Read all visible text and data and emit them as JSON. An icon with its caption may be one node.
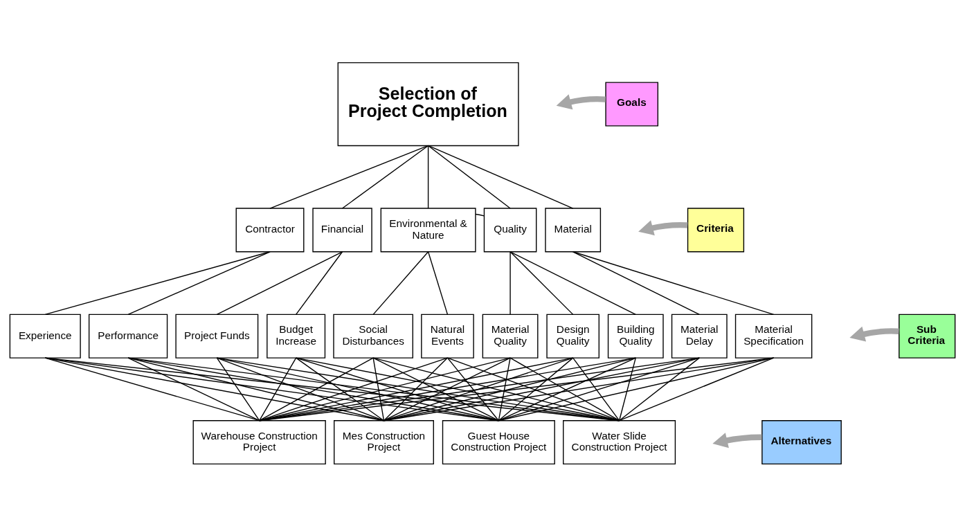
{
  "diagram": {
    "nodes": [
      {
        "text": [
          "Selection of Project Completion"
        ]
      },
      {
        "text": [
          "Contractor"
        ]
      },
      {
        "text": [
          "Financial"
        ]
      },
      {
        "text": [
          "Environmental & Nature"
        ]
      },
      {
        "text": [
          "Quality"
        ]
      },
      {
        "text": [
          "Material"
        ]
      },
      {
        "text": [
          "Experience"
        ]
      },
      {
        "text": [
          "Performance"
        ]
      },
      {
        "text": [
          "Project Funds"
        ]
      },
      {
        "text": [
          "Budget Increase"
        ]
      },
      {
        "text": [
          "Social Disturbances"
        ]
      },
      {
        "text": [
          "Natural Events"
        ]
      },
      {
        "text": [
          "Material Quality"
        ]
      },
      {
        "text": [
          "Design Quality"
        ]
      },
      {
        "text": [
          "Building Quality"
        ]
      },
      {
        "text": [
          "Material Delay"
        ]
      },
      {
        "text": [
          "Material Specification"
        ]
      },
      {
        "text": [
          "Warehouse Construction Project"
        ]
      },
      {
        "text": [
          "Mes Construction Project"
        ]
      },
      {
        "text": [
          "Guest House Construction Project"
        ]
      },
      {
        "text": [
          "Water Slide Construction Project"
        ]
      },
      {
        "text": [
          "Goals"
        ]
      },
      {
        "text": [
          "Criteria"
        ]
      },
      {
        "text": [
          "Sub Criteria"
        ]
      },
      {
        "text": [
          "Alternatives"
        ]
      }
    ],
    "edges": [
      {
        "from": 0,
        "to": 1,
        "arrow": "none"
      },
      {
        "from": 0,
        "to": 2,
        "arrow": "none"
      },
      {
        "from": 0,
        "to": 3,
        "arrow": "none"
      },
      {
        "from": 0,
        "to": 4,
        "arrow": "none"
      },
      {
        "from": 0,
        "to": 5,
        "arrow": "none"
      },
      {
        "from": 3,
        "to": 4,
        "arrow": "none"
      },
      {
        "from": 1,
        "to": 6,
        "arrow": "none"
      },
      {
        "from": 1,
        "to": 7,
        "arrow": "none"
      },
      {
        "from": 2,
        "to": 8,
        "arrow": "none"
      },
      {
        "from": 2,
        "to": 9,
        "arrow": "none"
      },
      {
        "from": 3,
        "to": 10,
        "arrow": "none"
      },
      {
        "from": 3,
        "to": 11,
        "arrow": "none"
      },
      {
        "from": 4,
        "to": 12,
        "arrow": "none"
      },
      {
        "from": 4,
        "to": 13,
        "arrow": "none"
      },
      {
        "from": 4,
        "to": 14,
        "arrow": "none"
      },
      {
        "from": 5,
        "to": 15,
        "arrow": "none"
      },
      {
        "from": 5,
        "to": 16,
        "arrow": "none"
      },
      {
        "from": 6,
        "to": 17,
        "arrow": "none"
      },
      {
        "from": 6,
        "to": 18,
        "arrow": "none"
      },
      {
        "from": 6,
        "to": 19,
        "arrow": "none"
      },
      {
        "from": 6,
        "to": 20,
        "arrow": "none"
      },
      {
        "from": 7,
        "to": 17,
        "arrow": "none"
      },
      {
        "from": 7,
        "to": 18,
        "arrow": "none"
      },
      {
        "from": 7,
        "to": 19,
        "arrow": "none"
      },
      {
        "from": 7,
        "to": 20,
        "arrow": "none"
      },
      {
        "from": 8,
        "to": 17,
        "arrow": "none"
      },
      {
        "from": 8,
        "to": 18,
        "arrow": "none"
      },
      {
        "from": 8,
        "to": 19,
        "arrow": "none"
      },
      {
        "from": 8,
        "to": 20,
        "arrow": "none"
      },
      {
        "from": 9,
        "to": 17,
        "arrow": "none"
      },
      {
        "from": 9,
        "to": 18,
        "arrow": "none"
      },
      {
        "from": 9,
        "to": 19,
        "arrow": "none"
      },
      {
        "from": 9,
        "to": 20,
        "arrow": "none"
      },
      {
        "from": 10,
        "to": 17,
        "arrow": "none"
      },
      {
        "from": 10,
        "to": 18,
        "arrow": "none"
      },
      {
        "from": 10,
        "to": 19,
        "arrow": "none"
      },
      {
        "from": 10,
        "to": 20,
        "arrow": "none"
      },
      {
        "from": 11,
        "to": 17,
        "arrow": "none"
      },
      {
        "from": 11,
        "to": 18,
        "arrow": "none"
      },
      {
        "from": 11,
        "to": 19,
        "arrow": "none"
      },
      {
        "from": 11,
        "to": 20,
        "arrow": "none"
      },
      {
        "from": 12,
        "to": 17,
        "arrow": "none"
      },
      {
        "from": 12,
        "to": 18,
        "arrow": "none"
      },
      {
        "from": 12,
        "to": 19,
        "arrow": "none"
      },
      {
        "from": 12,
        "to": 20,
        "arrow": "none"
      },
      {
        "from": 13,
        "to": 17,
        "arrow": "none"
      },
      {
        "from": 13,
        "to": 18,
        "arrow": "none"
      },
      {
        "from": 13,
        "to": 19,
        "arrow": "none"
      },
      {
        "from": 13,
        "to": 20,
        "arrow": "none"
      },
      {
        "from": 14,
        "to": 17,
        "arrow": "none"
      },
      {
        "from": 14,
        "to": 18,
        "arrow": "none"
      },
      {
        "from": 14,
        "to": 19,
        "arrow": "none"
      },
      {
        "from": 14,
        "to": 20,
        "arrow": "none"
      },
      {
        "from": 15,
        "to": 17,
        "arrow": "none"
      },
      {
        "from": 15,
        "to": 18,
        "arrow": "none"
      },
      {
        "from": 15,
        "to": 19,
        "arrow": "none"
      },
      {
        "from": 15,
        "to": 20,
        "arrow": "none"
      },
      {
        "from": 16,
        "to": 17,
        "arrow": "none"
      },
      {
        "from": 16,
        "to": 18,
        "arrow": "none"
      },
      {
        "from": 16,
        "to": 19,
        "arrow": "none"
      },
      {
        "from": 16,
        "to": 20,
        "arrow": "none"
      },
      {
        "from": 21,
        "to": null,
        "arrow": "to",
        "style": "thick",
        "color": "#a6a6a6"
      },
      {
        "from": 22,
        "to": null,
        "arrow": "to",
        "style": "thick",
        "color": "#a6a6a6"
      },
      {
        "from": 23,
        "to": null,
        "arrow": "to",
        "style": "thick",
        "color": "#a6a6a6"
      },
      {
        "from": 24,
        "to": null,
        "arrow": "to",
        "style": "thick",
        "color": "#a6a6a6"
      }
    ]
  }
}
